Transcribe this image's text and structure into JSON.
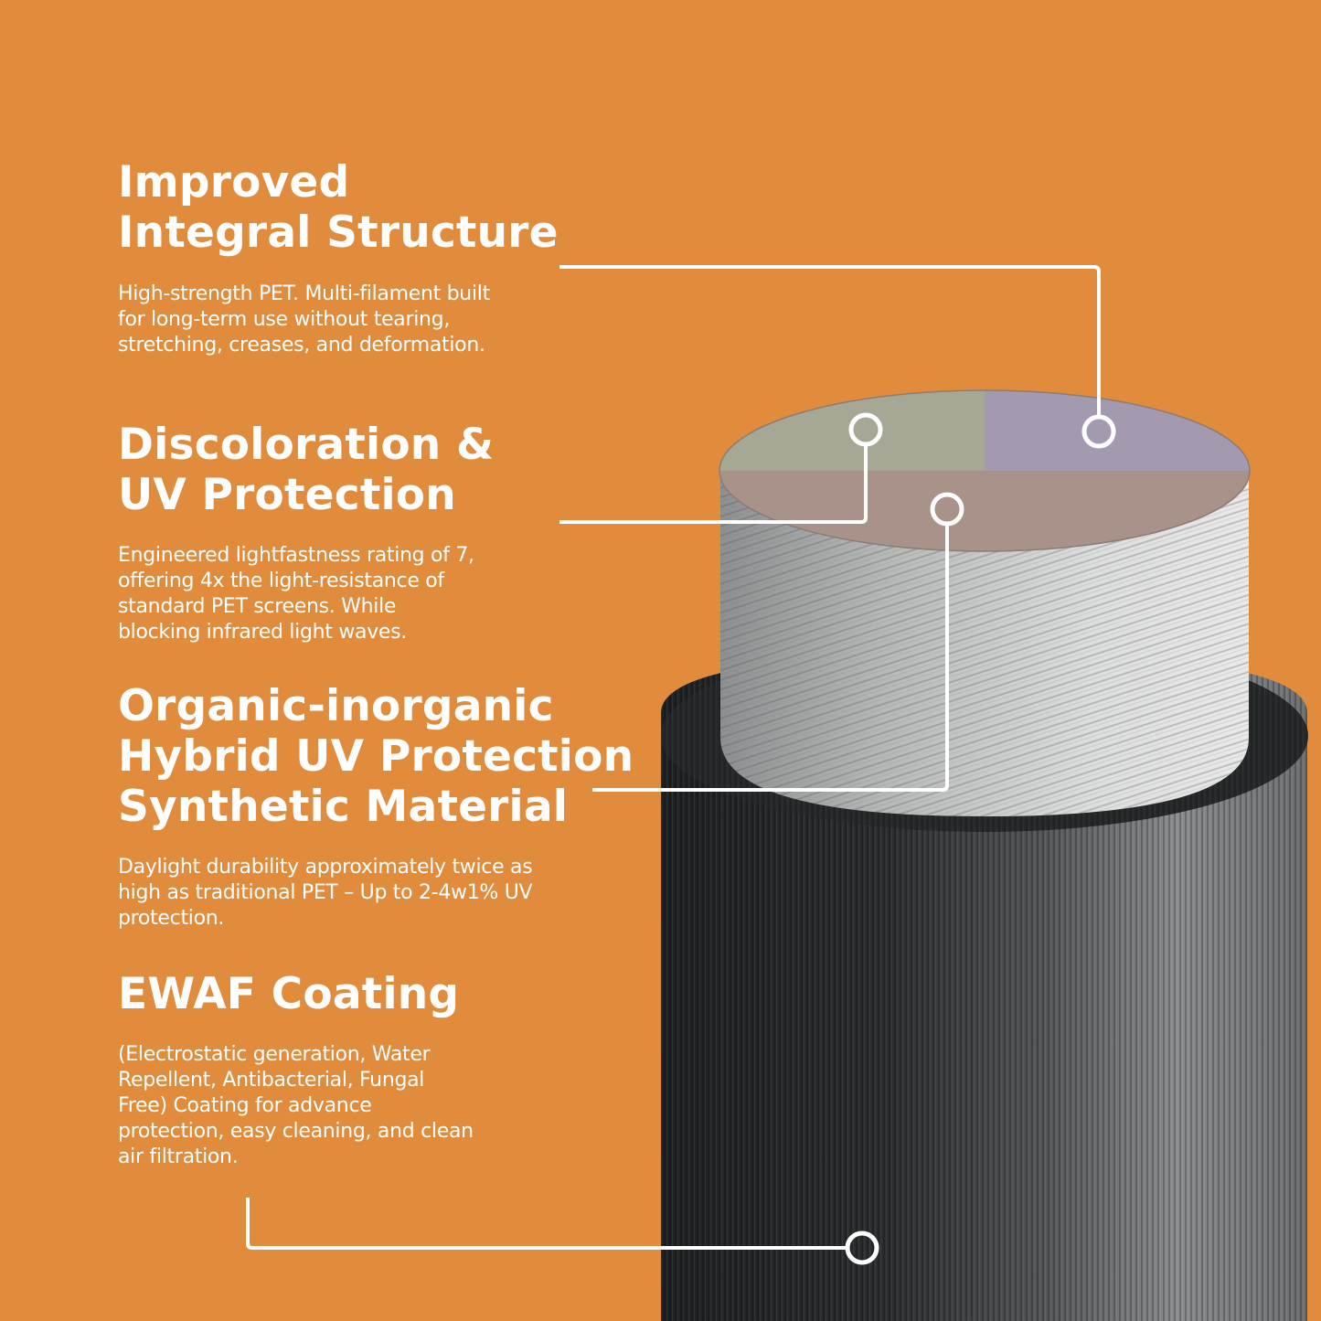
{
  "colors": {
    "background": "#E08C3C",
    "text": "#FFFFFF",
    "callout": "#FFFFFF",
    "outer_layer": "#2A2D2E",
    "inner_layer": "#C9CBCB",
    "top_green": "#A7A796",
    "top_purple": "#A39AAF",
    "top_mauve": "#A89289"
  },
  "features": [
    {
      "title_lines": [
        "Improved",
        "Integral Structure"
      ],
      "desc_lines": [
        "High-strength PET. Multi-filament built",
        "for long-term use without tearing,",
        "stretching, creases, and deformation."
      ]
    },
    {
      "title_lines": [
        "Discoloration &",
        "UV Protection"
      ],
      "desc_lines": [
        "Engineered lightfastness rating of 7,",
        "offering 4x the light-resistance of",
        "standard PET screens. While",
        "blocking infrared light waves."
      ]
    },
    {
      "title_lines": [
        "Organic-inorganic",
        "Hybrid UV Protection",
        "Synthetic Material"
      ],
      "desc_lines": [
        "Daylight durability approximately twice as",
        "high as traditional PET – Up to 2-4w1% UV",
        "protection."
      ]
    },
    {
      "title_lines": [
        "EWAF Coating"
      ],
      "desc_lines": [
        "(Electrostatic generation, Water",
        "Repellent, Antibacterial, Fungal",
        "Free) Coating for advance",
        "protection, easy cleaning, and clean",
        "air filtration."
      ]
    }
  ]
}
